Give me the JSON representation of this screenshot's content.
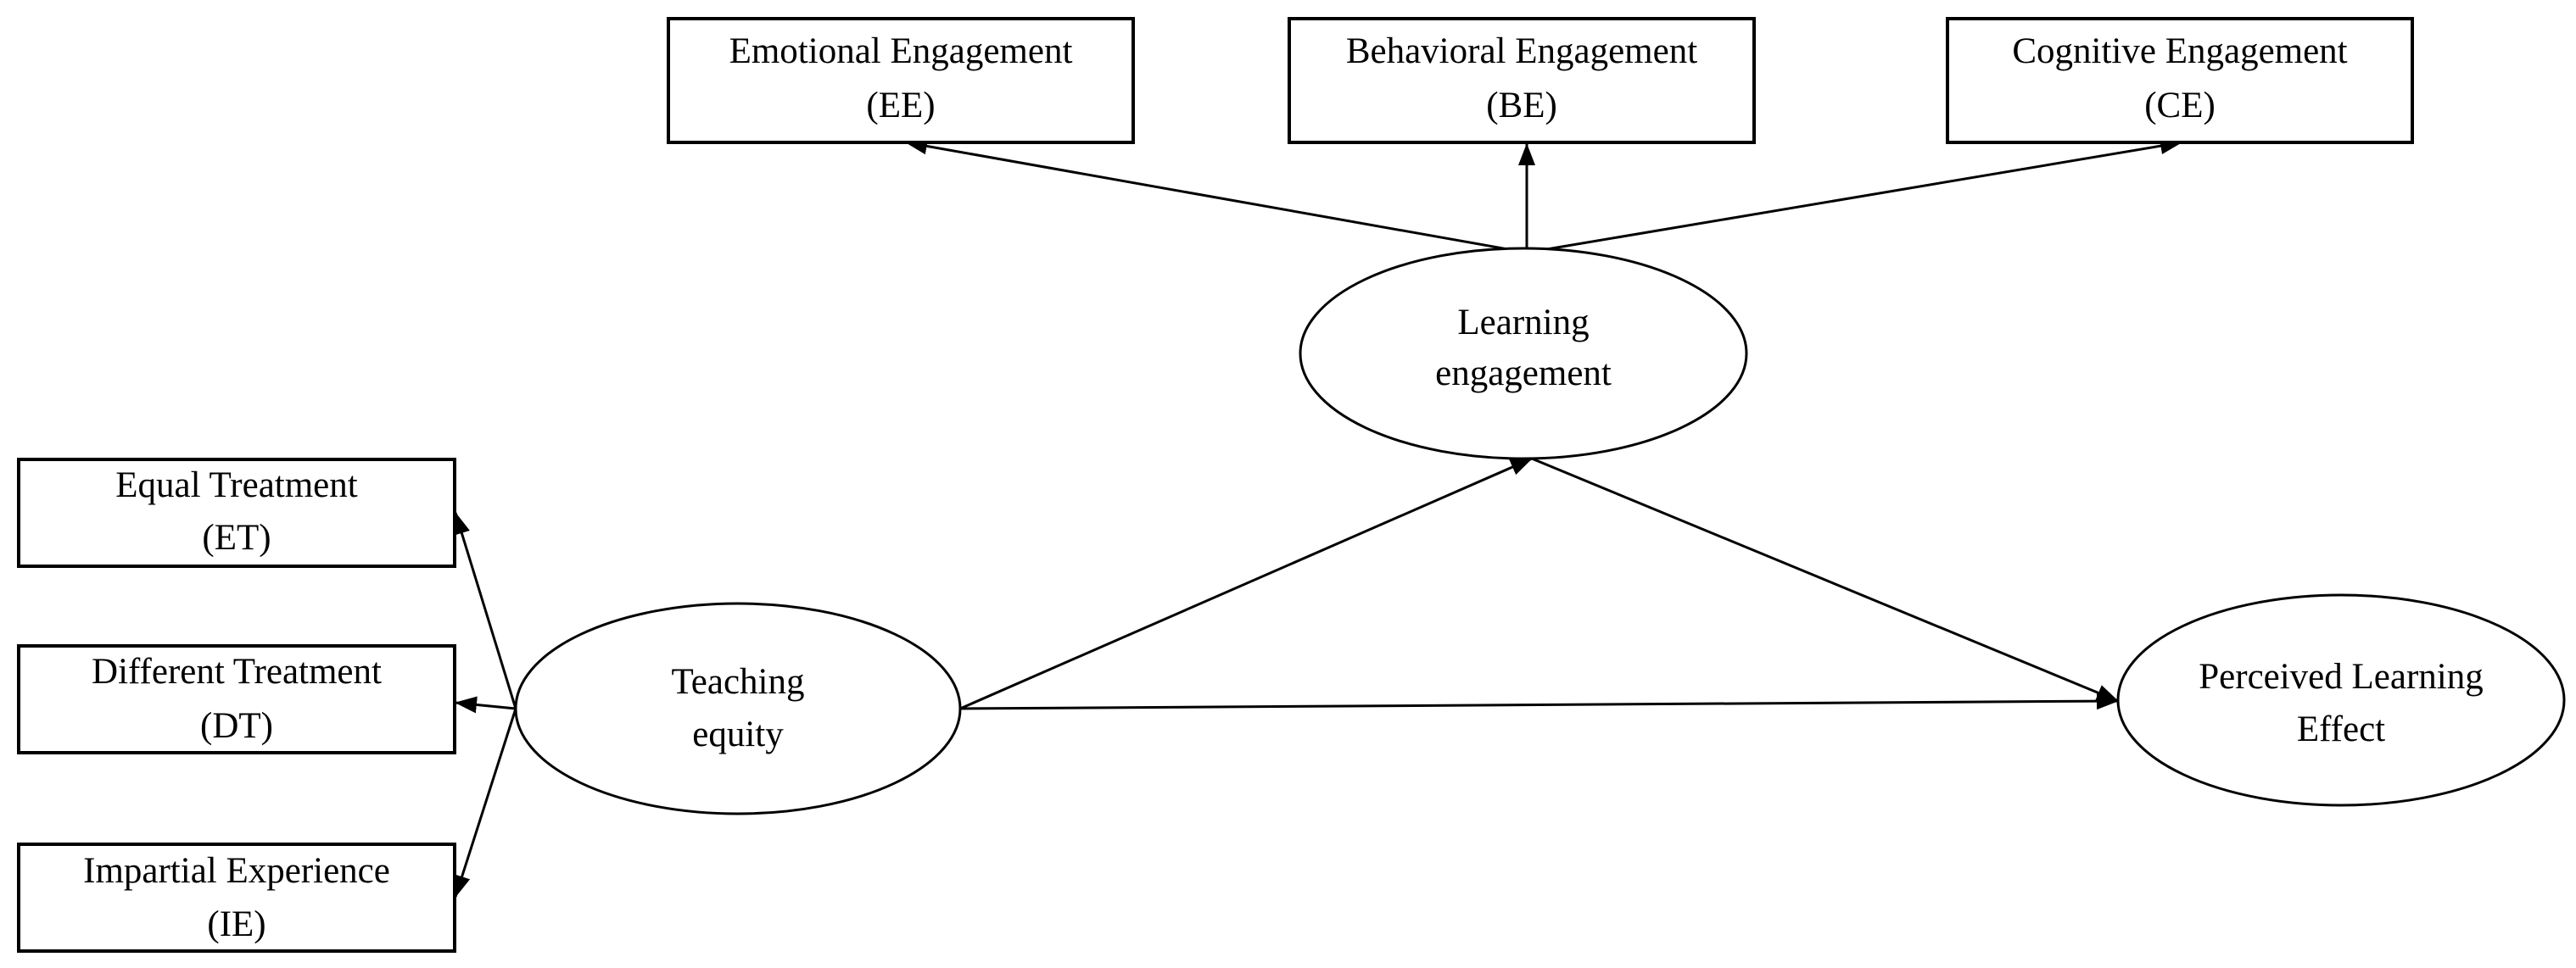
{
  "diagram": {
    "engagement_indicators": {
      "emotional": {
        "name": "Emotional Engagement",
        "abbr": "(EE)"
      },
      "behavioral": {
        "name": "Behavioral Engagement",
        "abbr": "(BE)"
      },
      "cognitive": {
        "name": "Cognitive Engagement",
        "abbr": "(CE)"
      }
    },
    "equity_indicators": {
      "equal": {
        "name": "Equal Treatment",
        "abbr": "(ET)"
      },
      "different": {
        "name": "Different Treatment",
        "abbr": "(DT)"
      },
      "impartial": {
        "name": "Impartial Experience",
        "abbr": "(IE)"
      }
    },
    "constructs": {
      "learning_engagement": {
        "line1": "Learning",
        "line2": "engagement"
      },
      "teaching_equity": {
        "line1": "Teaching",
        "line2": "equity"
      },
      "perceived_learning_effect": {
        "line1": "Perceived Learning",
        "line2": "Effect"
      }
    },
    "relations": [
      {
        "from": "learning_engagement",
        "to": "emotional"
      },
      {
        "from": "learning_engagement",
        "to": "behavioral"
      },
      {
        "from": "learning_engagement",
        "to": "cognitive"
      },
      {
        "from": "teaching_equity",
        "to": "equal"
      },
      {
        "from": "teaching_equity",
        "to": "different"
      },
      {
        "from": "teaching_equity",
        "to": "impartial"
      },
      {
        "from": "teaching_equity",
        "to": "learning_engagement"
      },
      {
        "from": "learning_engagement",
        "to": "perceived_learning_effect"
      },
      {
        "from": "teaching_equity",
        "to": "perceived_learning_effect"
      }
    ]
  }
}
